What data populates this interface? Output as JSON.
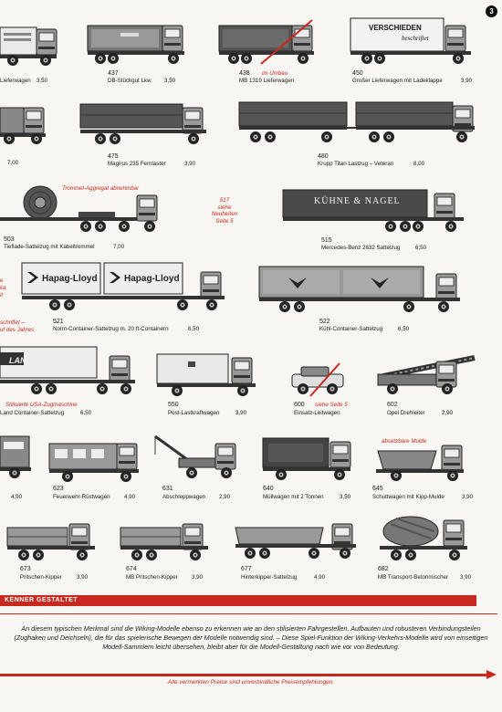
{
  "page_number": "3",
  "colors": {
    "accent_red": "#c8281e",
    "truck_dark": "#3a3a3a",
    "truck_grey": "#8a8a8a",
    "cargo_light": "#e8e8e8"
  },
  "row1": {
    "l0": {
      "name": "Lieferwagen",
      "price": "3,50"
    },
    "l437": {
      "num": "437",
      "name": "DB-Stückgut Lkw",
      "price": "3,50"
    },
    "l438": {
      "num": "438",
      "name": "MB 1319 Lieferwagen",
      "note": "im Umbau"
    },
    "l450": {
      "num": "450",
      "name": "Großer Lieferwagen mit Ladeklappe",
      "price": "3,90"
    },
    "box_text_1": "VERSCHIEDEN",
    "box_text_2": "beschriftet"
  },
  "row2": {
    "l0": {
      "price": "7,00"
    },
    "l475": {
      "num": "475",
      "name": "Magirus 235  Fernlaster",
      "price": "3,90"
    },
    "l480": {
      "num": "480",
      "name": "Krupp Titan Lastzug – Veteran",
      "price": "8,00"
    }
  },
  "row3": {
    "note_trommel": "Trommel-Aggregat abnehmbar",
    "note_517": "517\nsiehe\nNeuheiten\nSeite 5",
    "l503": {
      "num": "503",
      "name": "Tieflade-Sattelzug mit Kabeltrommel",
      "price": "7,00"
    },
    "l515": {
      "num": "515",
      "name": "Mercedes-Benz 2632 Sattelzug",
      "price": "6,50"
    },
    "trailer_text": "KÜHNE & NAGEL"
  },
  "row4": {
    "left_note_1": "e",
    "left_note_2": "ka",
    "left_note_3": "it",
    "hapag_text": "Hapag-Lloyd",
    "l521": {
      "num": "521",
      "name": "Norm-Container-Sattelzug m. 20 ft-Containern",
      "price": "6,50"
    },
    "l522": {
      "num": "522",
      "name": "Kühl-Container-Sattelzug",
      "price": "6,50"
    },
    "note_schrift_1": "schriftet –",
    "note_schrift_2": "uf des Jahres"
  },
  "row5": {
    "land_text": "LAND",
    "note_usa": "Stilisierte USA-Zugmaschine",
    "l0": {
      "name": "Land Container-Sattelzug",
      "price": "6,50"
    },
    "l550": {
      "num": "550",
      "name": "Post-Lastkraftwagen",
      "price": "3,90"
    },
    "l600": {
      "num": "600",
      "name": "Einsatz-Leitwagen",
      "note": "siehe Seite 5"
    },
    "l602": {
      "num": "602",
      "name": "Opel  Drehleiter",
      "price": "2,90"
    }
  },
  "row6": {
    "note_mulde": "absetzbare Mulde",
    "l0": {
      "price": "4,90"
    },
    "l623": {
      "num": "623",
      "name": "Feuerwehr-Rüstwagen",
      "price": "4,90"
    },
    "l631": {
      "num": "631",
      "name": "Abschleppwagen",
      "price": "2,90"
    },
    "l640": {
      "num": "640",
      "name": "Müllwagen mit 2 Tonnen",
      "price": "3,50"
    },
    "l645": {
      "num": "645",
      "name": "Schuttwagen mit Kipp-Mulde",
      "price": "3,90"
    }
  },
  "row7": {
    "l673": {
      "num": "673",
      "name": "Pritschen-Kipper",
      "price": "3,90"
    },
    "l674": {
      "num": "674",
      "name": "MB  Pritschen-Kipper",
      "price": "3,90"
    },
    "l677": {
      "num": "677",
      "name": "Hinterkipper-Sattelzug",
      "price": "4,90"
    },
    "l682": {
      "num": "682",
      "name": "MB  Transport-Betonmischer",
      "price": "3,90"
    }
  },
  "banner": "KENNER GESTALTET",
  "paragraph": "An diesem typischen Merkmal sind die Wiking-Modelle ebenso zu erkennen wie an den stilisierten Fahrgestellen, Aufbauten und robusteren Verbindungsteilen (Zughaken und Deichseln), die für das spielerische Bewegen der Modelle notwendig sind. – Diese Spiel-Funktion der Wiking-Verkehrs-Modelle wird von einseitigen Modell-Sammlern leicht übersehen, bleibt aber für die Modell-Gestaltung nach wie vor von Bedeutung.",
  "footer": "Alle vermerkten Preise sind unverbindliche Preisempfehlungen."
}
